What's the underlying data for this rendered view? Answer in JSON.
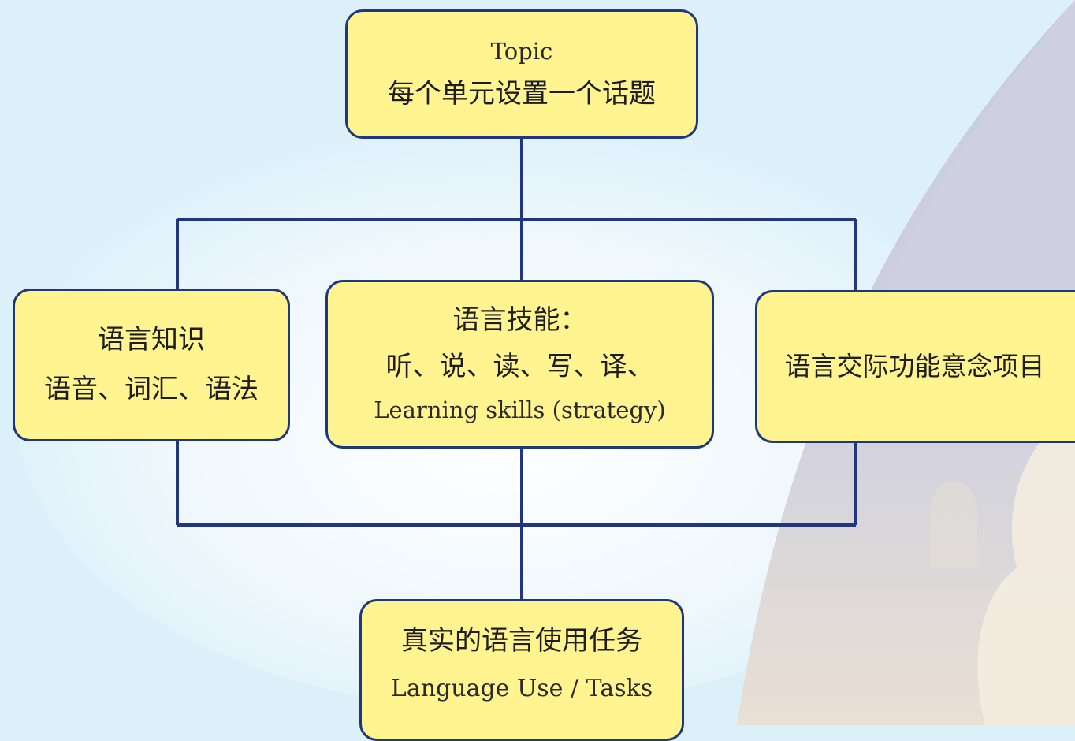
{
  "diagram": {
    "topic": {
      "english": "Topic",
      "chinese": "每个单元设置一个话题"
    },
    "knowledge": {
      "title": "语言知识",
      "items": "语音、词汇、语法"
    },
    "skills": {
      "title": "语言技能：",
      "items": "听、说、读、写、译、",
      "english": "Learning skills (strategy)"
    },
    "functions": {
      "title": "语言交际功能意念项目"
    },
    "tasks": {
      "chinese": "真实的语言使用任务",
      "english": "Language Use / Tasks"
    }
  },
  "colors": {
    "box_fill": "#fff48f",
    "box_border": "#22367f",
    "connector": "#22367f",
    "background": "#dcf0fa"
  }
}
